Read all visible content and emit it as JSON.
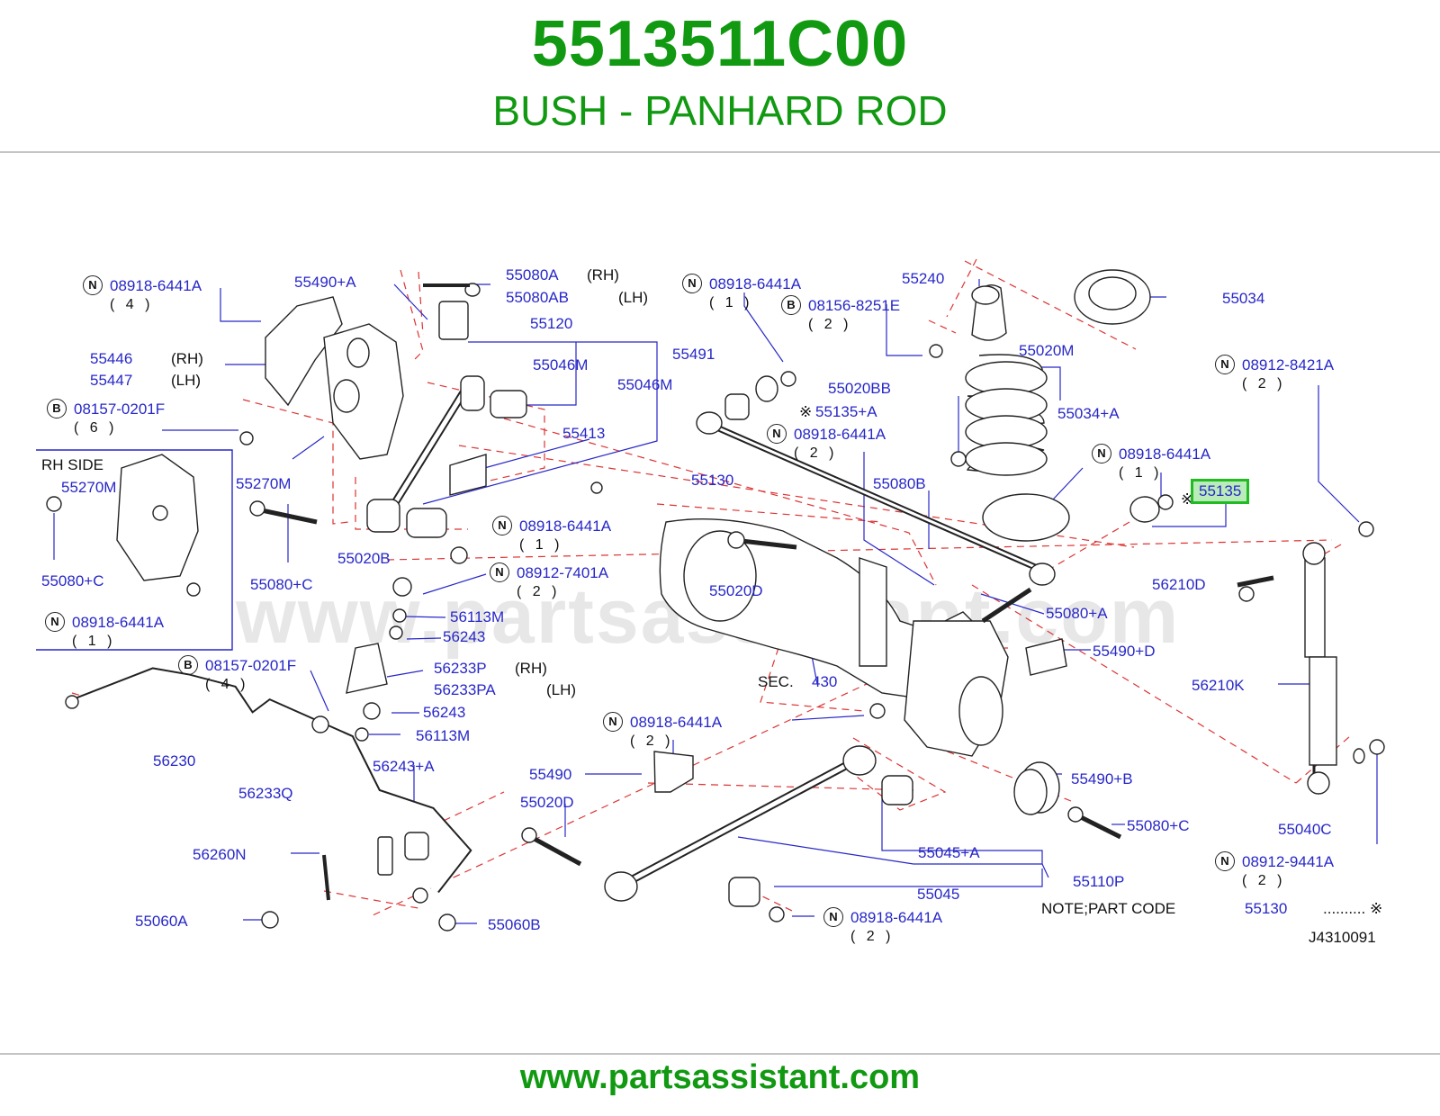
{
  "header": {
    "part_number": "5513511C00",
    "part_name": "BUSH - PANHARD ROD"
  },
  "footer": {
    "url": "www.partsassistant.com"
  },
  "watermark": "www.partsassistant.com",
  "colors": {
    "brand_green": "#119911",
    "label_blue": "#2727c8",
    "highlight_green": "#22bb22"
  },
  "diagram": {
    "rh_side_title": "RH   SIDE",
    "sec_prefix": "SEC.",
    "sec_number": "430",
    "note_prefix": "NOTE;PART   CODE",
    "note_part": "55130",
    "note_suffix": "..........  ※",
    "ref_mark": "※",
    "drawing_code": "J4310091",
    "highlighted": "55135",
    "labels": [
      {
        "text": "08918-6441A",
        "symbol": "N",
        "qty": "( 4 )"
      },
      {
        "text": "55490+A"
      },
      {
        "text": "55080A",
        "side": "(RH)"
      },
      {
        "text": "55080AB",
        "side": "(LH)"
      },
      {
        "text": "08918-6441A",
        "symbol": "N",
        "qty": "( 1 )"
      },
      {
        "text": "08156-8251E",
        "symbol": "B",
        "qty": "( 2 )"
      },
      {
        "text": "55240"
      },
      {
        "text": "55034"
      },
      {
        "text": "55120"
      },
      {
        "text": "55046M"
      },
      {
        "text": "55046M"
      },
      {
        "text": "55491"
      },
      {
        "text": "55020M"
      },
      {
        "text": "55446",
        "side": "(RH)"
      },
      {
        "text": "55447",
        "side": "(LH)"
      },
      {
        "text": "08912-8421A",
        "symbol": "N",
        "qty": "( 2 )"
      },
      {
        "text": "55020BB"
      },
      {
        "text": "55135+A",
        "ref": "※"
      },
      {
        "text": "55034+A"
      },
      {
        "text": "08157-0201F",
        "symbol": "B",
        "qty": "( 6 )"
      },
      {
        "text": "55413"
      },
      {
        "text": "08918-6441A",
        "symbol": "N",
        "qty": "( 2 )"
      },
      {
        "text": "08918-6441A",
        "symbol": "N",
        "qty": "( 1 )"
      },
      {
        "text": "55270M"
      },
      {
        "text": "55130"
      },
      {
        "text": "55080B"
      },
      {
        "text": "55270M"
      },
      {
        "text": "08918-6441A",
        "symbol": "N",
        "qty": "( 1 )"
      },
      {
        "text": "55080+C"
      },
      {
        "text": "55020B"
      },
      {
        "text": "55080+C"
      },
      {
        "text": "08912-7401A",
        "symbol": "N",
        "qty": "( 2 )"
      },
      {
        "text": "55020D"
      },
      {
        "text": "56210D"
      },
      {
        "text": "08918-6441A",
        "symbol": "N",
        "qty": "( 1 )"
      },
      {
        "text": "56113M"
      },
      {
        "text": "55080+A"
      },
      {
        "text": "56243"
      },
      {
        "text": "55490+D"
      },
      {
        "text": "08157-0201F",
        "symbol": "B",
        "qty": "( 4 )"
      },
      {
        "text": "56233P",
        "side": "(RH)"
      },
      {
        "text": "56233PA",
        "side": "(LH)"
      },
      {
        "text": "56210K"
      },
      {
        "text": "56243"
      },
      {
        "text": "56113M"
      },
      {
        "text": "08918-6441A",
        "symbol": "N",
        "qty": "( 2 )"
      },
      {
        "text": "56230"
      },
      {
        "text": "55490"
      },
      {
        "text": "56243+A"
      },
      {
        "text": "55490+B"
      },
      {
        "text": "56233Q"
      },
      {
        "text": "55020D"
      },
      {
        "text": "55080+C"
      },
      {
        "text": "55040C"
      },
      {
        "text": "56260N"
      },
      {
        "text": "55045+A"
      },
      {
        "text": "08912-9441A",
        "symbol": "N",
        "qty": "( 2 )"
      },
      {
        "text": "55110P"
      },
      {
        "text": "55045"
      },
      {
        "text": "55060A"
      },
      {
        "text": "55060B"
      },
      {
        "text": "08918-6441A",
        "symbol": "N",
        "qty": "( 2 )"
      }
    ]
  }
}
